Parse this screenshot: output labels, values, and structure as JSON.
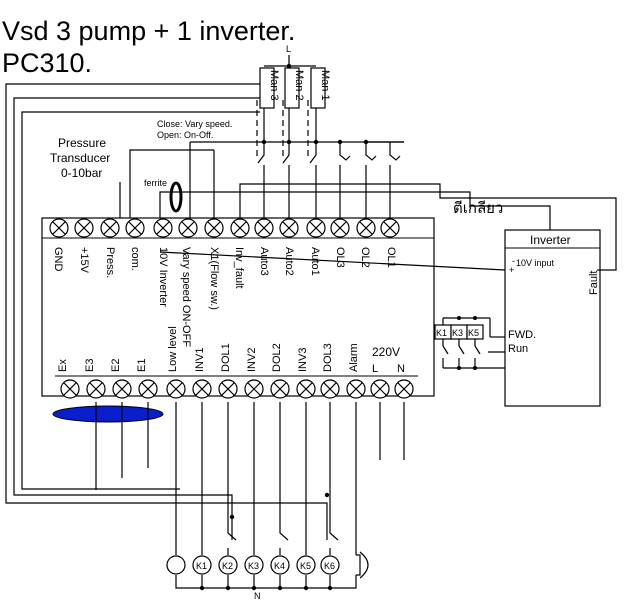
{
  "title_line1": "Vsd 3 pump + 1 inverter.",
  "title_line2": "PC310.",
  "supply_L": "L",
  "supply_N": "N",
  "man_switches": [
    "Man 3",
    "Man 2",
    "Man 1"
  ],
  "close_note": "Close: Vary speed.",
  "open_note": "Open: On-Off.",
  "pressure_line1": "Pressure",
  "pressure_line2": "Transducer",
  "pressure_line3": "0-10bar",
  "ferrite": "ferrite",
  "thai_note": "ตีเกลียว",
  "upper_terminals": [
    "GND",
    "+15V",
    "Press.",
    "com.",
    "10V Inverter",
    "Vary speed ON-OFF",
    "X1(Flow sw.)",
    "Inv_fault",
    "Auto3",
    "Auto2",
    "Auto1",
    "OL3",
    "OL2",
    "OL1"
  ],
  "lower_terminals": [
    "Ex",
    "E3",
    "E2",
    "E1",
    "Low level",
    "INV1",
    "DOL1",
    "INV2",
    "DOL2",
    "INV3",
    "DOL3",
    "Alarm",
    "L",
    "N"
  ],
  "power_label": "220V",
  "inverter": {
    "title": "Inverter",
    "input": "10V input",
    "plus": "+",
    "minus": "-",
    "fault": "Fault",
    "contactors": [
      "K1",
      "K3",
      "K5"
    ],
    "fwd": "FWD.",
    "run": "Run"
  },
  "coils": [
    "K1",
    "K2",
    "K3",
    "K4",
    "K5",
    "K6"
  ],
  "colors": {
    "ellipse": "#0a1ecc",
    "wire": "#000000"
  }
}
